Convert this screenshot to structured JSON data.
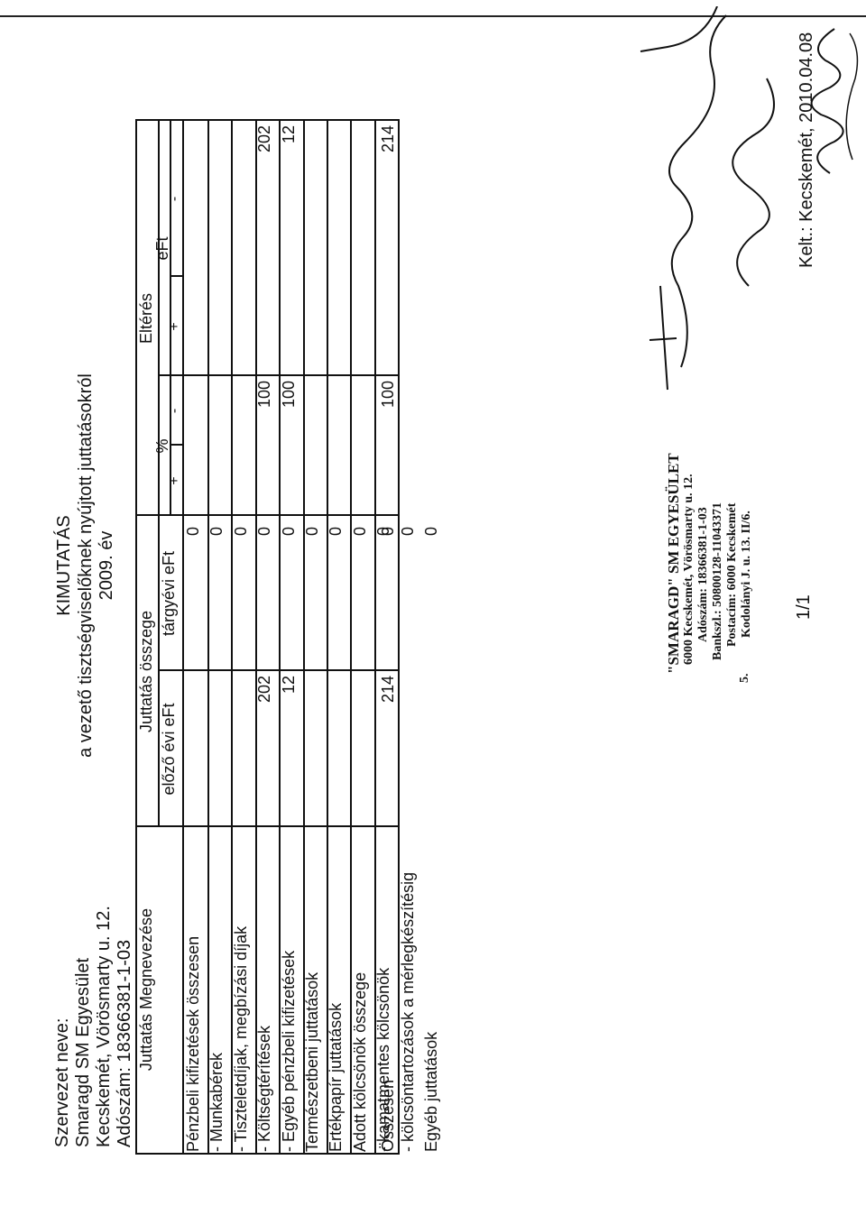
{
  "org": {
    "name_label": "Szervezet neve:",
    "name": "Smaragd SM Egyesület",
    "address": "Kecskemét, Vörösmarty u. 12.",
    "tax_id": "Adószám: 18366381-1-03"
  },
  "report": {
    "title": "KIMUTATÁS",
    "subtitle": "a vezető tisztségviselőknek nyújtott juttatásokról",
    "year": "2009. év"
  },
  "table": {
    "col_name": "Juttatás Megnevezése",
    "col_amount": "Juttatás összege",
    "col_prev": "előző évi eFt",
    "col_curr": "tárgyévi eFt",
    "col_diff": "Eltérés",
    "col_pct": "%",
    "col_eft": "eFt",
    "plus": "+",
    "minus": "-",
    "rows": [
      {
        "label": "Pénzbeli kifizetések összesen",
        "prev": "",
        "curr": "0",
        "pct_plus": "",
        "pct_minus": "",
        "eft_plus": "",
        "eft_minus": ""
      },
      {
        "label": "- Munkabérek",
        "prev": "",
        "curr": "0",
        "pct_plus": "",
        "pct_minus": "",
        "eft_plus": "",
        "eft_minus": ""
      },
      {
        "label": "- Tiszteletdíjak, megbízási díjak",
        "prev": "",
        "curr": "0",
        "pct_plus": "",
        "pct_minus": "",
        "eft_plus": "",
        "eft_minus": ""
      },
      {
        "label": "- Költségtérítések",
        "prev": "202",
        "curr": "0",
        "pct_plus": "",
        "pct_minus": "100",
        "eft_plus": "",
        "eft_minus": "202"
      },
      {
        "label": "- Egyéb pénzbeli kifizetések",
        "prev": "12",
        "curr": "0",
        "pct_plus": "",
        "pct_minus": "100",
        "eft_plus": "",
        "eft_minus": "12"
      },
      {
        "label": "Természetbeni juttatások",
        "prev": "",
        "curr": "0",
        "pct_plus": "",
        "pct_minus": "",
        "eft_plus": "",
        "eft_minus": ""
      },
      {
        "label": "Értékpapír juttatások",
        "prev": "",
        "curr": "0",
        "pct_plus": "",
        "pct_minus": "",
        "eft_plus": "",
        "eft_minus": ""
      },
      {
        "label": "Adott kölcsönök összege",
        "prev": "",
        "curr": "0",
        "pct_plus": "",
        "pct_minus": "",
        "eft_plus": "",
        "eft_minus": ""
      },
      {
        "label": "- kamatmentes kölcsönök",
        "prev": "",
        "curr": "0",
        "pct_plus": "",
        "pct_minus": "",
        "eft_plus": "",
        "eft_minus": ""
      },
      {
        "label": "- kölcsöntartozások a mérlegkészítésig",
        "prev": "",
        "curr": "0",
        "pct_plus": "",
        "pct_minus": "",
        "eft_plus": "",
        "eft_minus": ""
      },
      {
        "label": "Egyéb juttatások",
        "prev": "",
        "curr": "0",
        "pct_plus": "",
        "pct_minus": "",
        "eft_plus": "",
        "eft_minus": ""
      },
      {
        "label": "Összesen",
        "prev": "214",
        "curr": "0",
        "pct_plus": "",
        "pct_minus": "100",
        "eft_plus": "",
        "eft_minus": "214"
      }
    ]
  },
  "stamp": {
    "line1": "\"SMARAGD\" SM EGYESÜLET",
    "line2": "6000 Kecskemét, Vörösmarty u. 12.",
    "line3": "Adószám: 18366381-1-03",
    "line4": "Bankszl.: 50800128-11043371",
    "line5": "Postacím: 6000 Kecskemét",
    "line6": "Kodolányi J. u. 13. II/6.",
    "mark": "5."
  },
  "footer": {
    "page": "1/1",
    "place_date": "Kelt.: Kecskemét, 2010.04.08"
  }
}
